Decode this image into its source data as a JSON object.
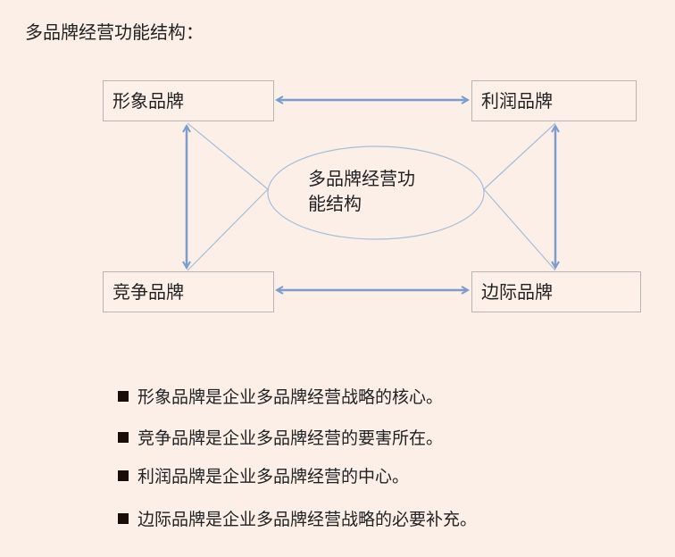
{
  "title": "多品牌经营功能结构：",
  "diagram": {
    "center": "多品牌经营功能结构",
    "center_line1": "多品牌经营功",
    "center_line2": "能结构",
    "boxes": {
      "top_left": "形象品牌",
      "top_right": "利润品牌",
      "bottom_left": "竞争品牌",
      "bottom_right": "边际品牌"
    },
    "colors": {
      "arrow": "#7c9ccc",
      "thin_line": "#a9bdd6",
      "background": "#fbefe7"
    }
  },
  "bullets": [
    "形象品牌是企业多品牌经营战略的核心。",
    "竞争品牌是企业多品牌经营的要害所在。",
    "利润品牌是企业多品牌经营的中心。",
    "边际品牌是企业多品牌经营战略的必要补充。"
  ]
}
